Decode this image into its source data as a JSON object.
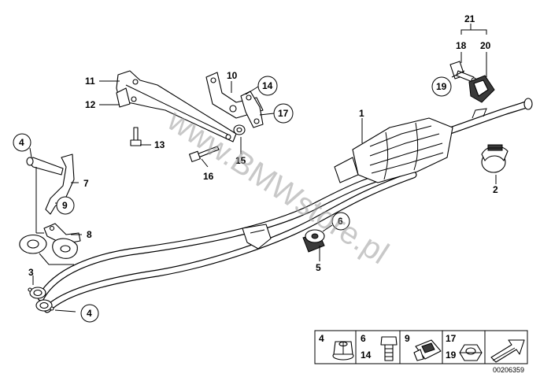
{
  "callouts": [
    {
      "id": "c1",
      "label": "1"
    },
    {
      "id": "c2",
      "label": "2"
    },
    {
      "id": "c3",
      "label": "3"
    },
    {
      "id": "c4a",
      "label": "4"
    },
    {
      "id": "c4b",
      "label": "4"
    },
    {
      "id": "c5",
      "label": "5"
    },
    {
      "id": "c6",
      "label": "6"
    },
    {
      "id": "c7",
      "label": "7"
    },
    {
      "id": "c8",
      "label": "8"
    },
    {
      "id": "c9",
      "label": "9"
    },
    {
      "id": "c10",
      "label": "10"
    },
    {
      "id": "c11",
      "label": "11"
    },
    {
      "id": "c12",
      "label": "12"
    },
    {
      "id": "c13",
      "label": "13"
    },
    {
      "id": "c14",
      "label": "14"
    },
    {
      "id": "c15",
      "label": "15"
    },
    {
      "id": "c16",
      "label": "16"
    },
    {
      "id": "c17",
      "label": "17"
    },
    {
      "id": "c18",
      "label": "18"
    },
    {
      "id": "c19",
      "label": "19"
    },
    {
      "id": "c20",
      "label": "20"
    },
    {
      "id": "c21",
      "label": "21"
    }
  ],
  "legend": {
    "cells": [
      {
        "top": "4",
        "bottom": "",
        "icon": "flange-nut-icon"
      },
      {
        "top": "6",
        "bottom": "14",
        "icon": "bolt-icon"
      },
      {
        "top": "9",
        "bottom": "",
        "icon": "clip-icon"
      },
      {
        "top": "17",
        "bottom": "19",
        "icon": "hex-nut-icon"
      },
      {
        "top": "",
        "bottom": "",
        "icon": "arrow-icon"
      }
    ]
  },
  "watermark": "www.BMWstore.pl",
  "reference": "00206359"
}
